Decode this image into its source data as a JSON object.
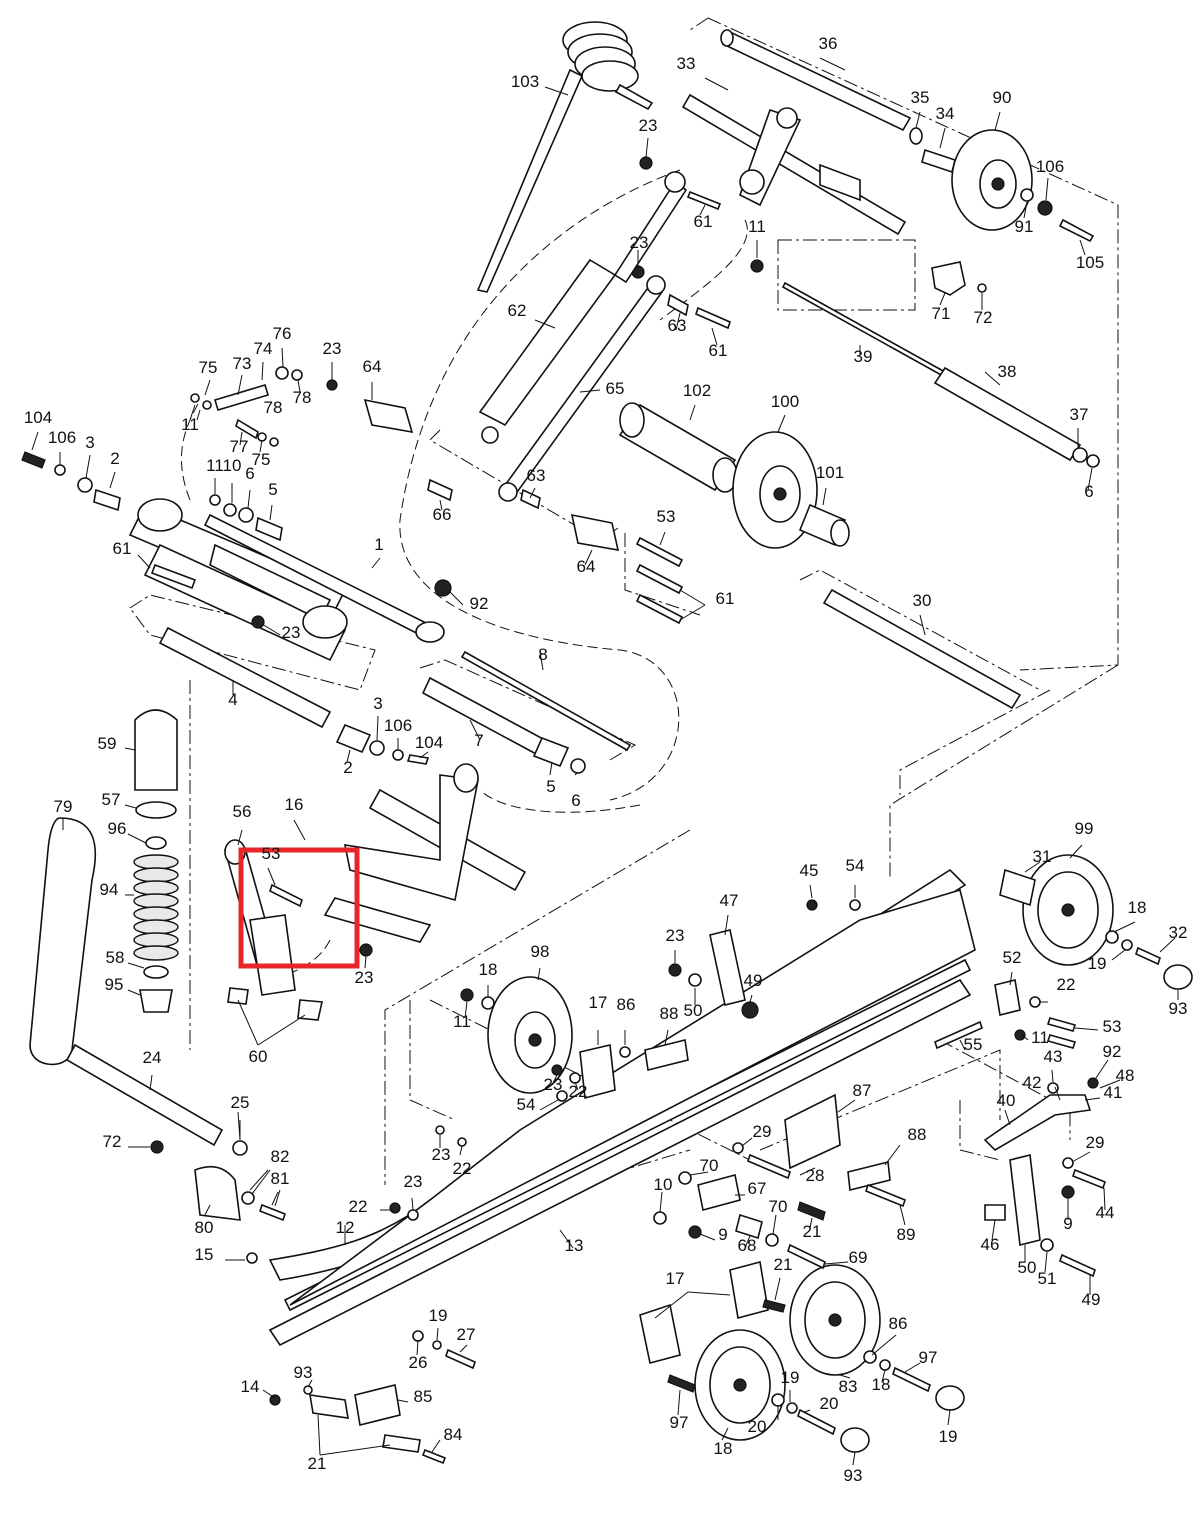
{
  "diagram": {
    "highlight_color": "#e8262a",
    "labels": [
      "103",
      "36",
      "33",
      "23",
      "35",
      "34",
      "90",
      "106",
      "61",
      "91",
      "105",
      "23",
      "11",
      "62",
      "63",
      "61",
      "71",
      "72",
      "39",
      "76",
      "75",
      "73",
      "74",
      "78",
      "11",
      "23",
      "64",
      "65",
      "102",
      "100",
      "38",
      "37",
      "78",
      "77",
      "75",
      "104",
      "106",
      "3",
      "2",
      "11",
      "10",
      "6",
      "5",
      "63",
      "66",
      "101",
      "6",
      "1",
      "53",
      "61",
      "64",
      "92",
      "61",
      "23",
      "30",
      "8",
      "4",
      "3",
      "106",
      "104",
      "2",
      "7",
      "5",
      "6",
      "59",
      "57",
      "96",
      "94",
      "58",
      "95",
      "79",
      "56",
      "16",
      "53",
      "23",
      "60",
      "24",
      "99",
      "31",
      "45",
      "54",
      "18",
      "32",
      "19",
      "93",
      "47",
      "23",
      "98",
      "18",
      "11",
      "49",
      "50",
      "52",
      "22",
      "53",
      "11",
      "17",
      "86",
      "88",
      "55",
      "43",
      "92",
      "23",
      "22",
      "54",
      "48",
      "42",
      "41",
      "40",
      "87",
      "29",
      "88",
      "25",
      "72",
      "82",
      "81",
      "80",
      "23",
      "22",
      "22",
      "23",
      "12",
      "15",
      "29",
      "28",
      "70",
      "10",
      "67",
      "9",
      "70",
      "21",
      "68",
      "69",
      "13",
      "89",
      "44",
      "9",
      "46",
      "50",
      "51",
      "49",
      "17",
      "21",
      "19",
      "27",
      "26",
      "14",
      "86",
      "83",
      "18",
      "97",
      "19",
      "20",
      "20",
      "19",
      "93",
      "85",
      "84",
      "21",
      "97",
      "18",
      "93"
    ]
  }
}
